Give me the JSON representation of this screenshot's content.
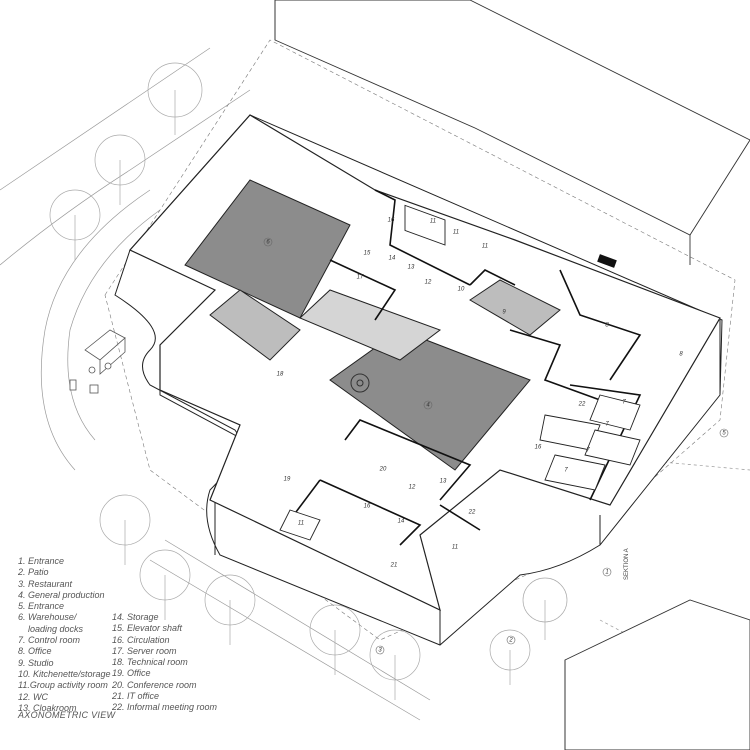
{
  "legend": {
    "col1": [
      "1. Entrance",
      "2. Patio",
      "3. Restaurant",
      "4. General production",
      "5. Entrance",
      "6. Warehouse/",
      "   loading docks",
      "7. Control room",
      "8. Office",
      "9. Studio",
      "10. Kitchenette/storage",
      "11.Group activity room",
      "12. WC",
      "13. Cloakroom"
    ],
    "col2": [
      "14. Storage",
      "15. Elevator shaft",
      "16. Circulation",
      "17. Server room",
      "18. Technical room",
      "19. Office",
      "20. Conference room",
      "21. IT office",
      "22. Informal meeting room"
    ]
  },
  "view_title": "AXONOMETRIC VIEW",
  "section_label": "SEKTION A",
  "room_numbers": [
    "6",
    "16",
    "11",
    "11",
    "11",
    "15",
    "14",
    "13",
    "17",
    "12",
    "10",
    "9",
    "8",
    "8",
    "18",
    "4",
    "22",
    "7",
    "7",
    "7",
    "7",
    "16",
    "20",
    "12",
    "13",
    "11",
    "19",
    "16",
    "14",
    "22",
    "11",
    "21",
    "3",
    "5",
    "1",
    "2"
  ],
  "colors": {
    "line": "#222222",
    "light_line": "#999999",
    "floor_dark": "#8c8c8c",
    "floor_light": "#bdbdbd",
    "tree": "#aaaaaa"
  }
}
